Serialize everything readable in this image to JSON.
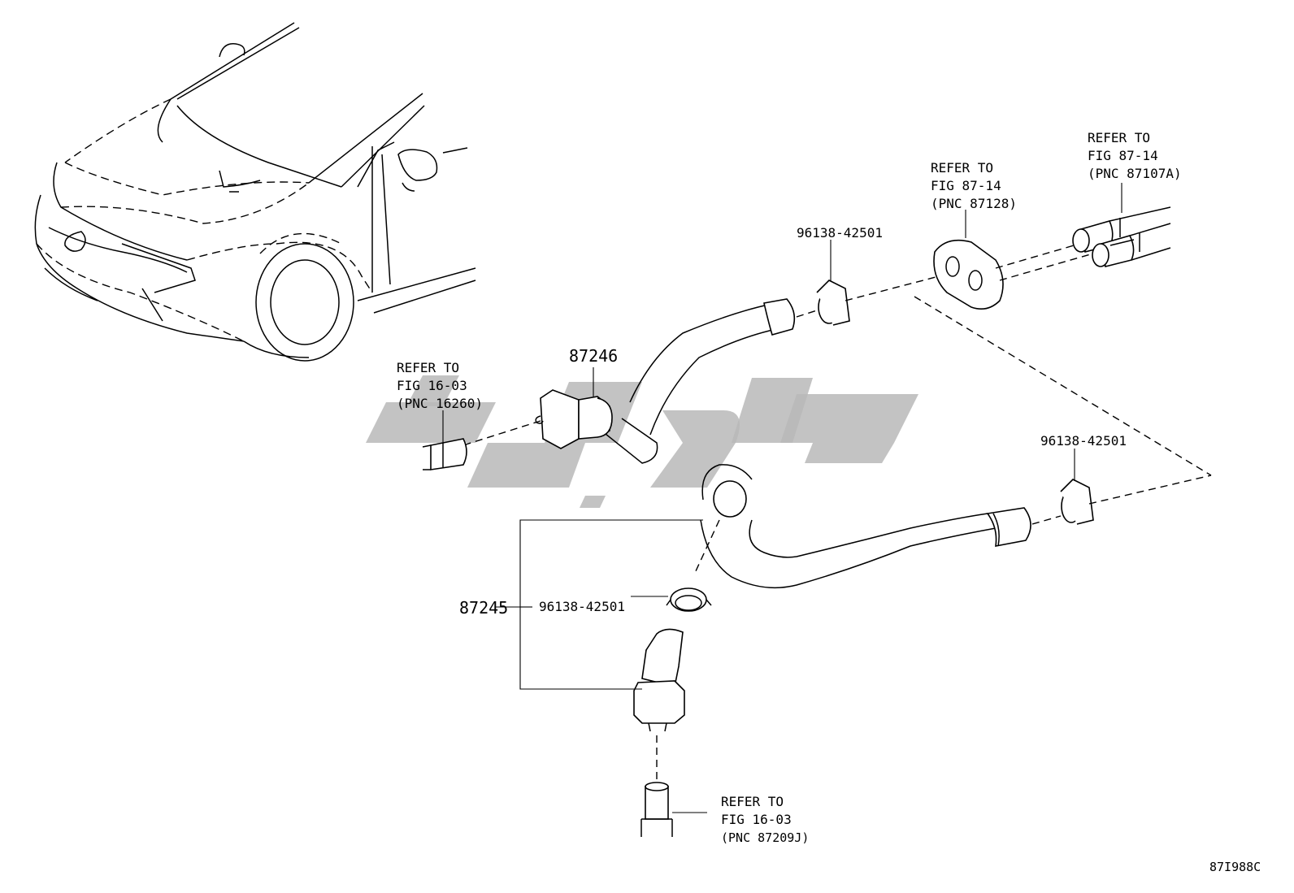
{
  "diagram_id": "87I988C",
  "parts": {
    "valve_87246": "87246",
    "hose_87245": "87245"
  },
  "clamps": {
    "clamp_top": "96138-42501",
    "clamp_right": "96138-42501",
    "clamp_bottom": "96138-42501"
  },
  "refs": {
    "ref_16260": {
      "line1": "REFER TO",
      "line2": "FIG 16-03",
      "line3": "(PNC 16260)"
    },
    "ref_87128": {
      "line1": "REFER TO",
      "line2": "FIG 87-14",
      "line3": "(PNC 87128)"
    },
    "ref_87107A": {
      "line1": "REFER TO",
      "line2": "FIG 87-14",
      "line3": "(PNC 87107A)"
    },
    "ref_87209J": {
      "line1": "REFER TO",
      "line2": "FIG 16-03",
      "line3": "(PNC 87209J)"
    }
  },
  "watermark_color": "#b8b8b8"
}
